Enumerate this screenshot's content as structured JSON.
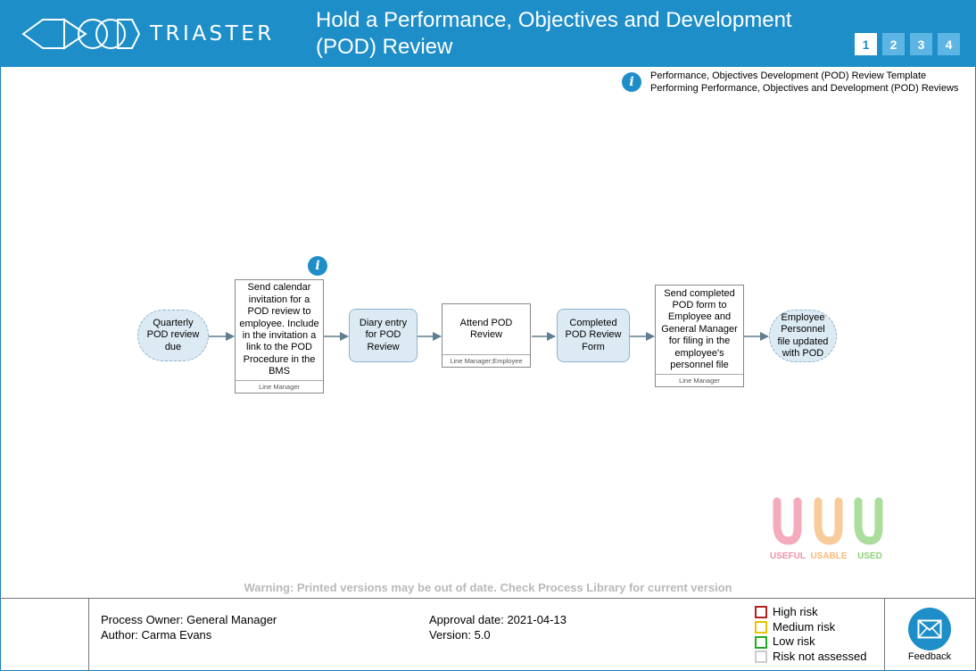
{
  "header": {
    "brand": "TRIASTER",
    "title": "Hold a Performance, Objectives and Development (POD) Review",
    "pages": [
      "1",
      "2",
      "3",
      "4"
    ],
    "active_page": "1"
  },
  "links": [
    "Performance, Objectives Development (POD) Review Template",
    "Performing Performance, Objectives and Development (POD) Reviews"
  ],
  "process": {
    "start": "Quarterly POD review due",
    "step1": {
      "text": "Send calendar invitation for a POD review to employee. Include in the invitation a link to the POD Procedure in the BMS",
      "role": "Line Manager"
    },
    "output1": "Diary entry for POD Review",
    "step2": {
      "text": "Attend POD Review",
      "role": "Line Manager;Employee"
    },
    "output2": "Completed POD Review Form",
    "step3": {
      "text": "Send completed POD form to Employee and General Manager for filing in the employee's personnel file",
      "role": "Line Manager"
    },
    "end": "Employee Personnel file updated with POD"
  },
  "uuu_logo": {
    "labels": [
      "USEFUL",
      "USABLE",
      "USED"
    ],
    "colors": [
      "#f08fa3",
      "#f6b97a",
      "#8fd17c"
    ]
  },
  "warning": "Warning: Printed versions may be out of date. Check Process Library for current version",
  "footer": {
    "process_owner": "Process Owner: General Manager",
    "author": "Author: Carma Evans",
    "approval_date": "Approval date: 2021-04-13",
    "version": "Version: 5.0",
    "legend": [
      {
        "label": "High risk",
        "color": "#b22222"
      },
      {
        "label": "Medium risk",
        "color": "#e6c200"
      },
      {
        "label": "Low risk",
        "color": "#22aa22"
      },
      {
        "label": "Risk not assessed",
        "color": "#cccccc"
      }
    ],
    "feedback_label": "Feedback"
  },
  "colors": {
    "header_bg": "#1e8ec9",
    "node_fill": "#dceaf3",
    "node_border": "#8fb3cf"
  }
}
